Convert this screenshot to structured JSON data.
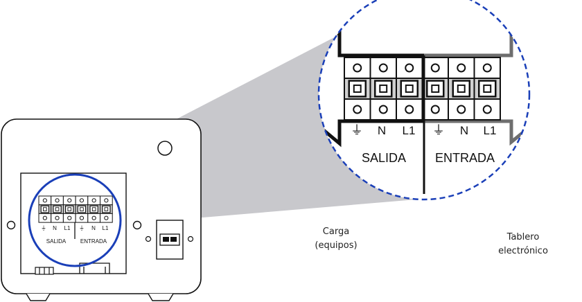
{
  "terminal_labels": {
    "ground_symbol": "⏚",
    "neutral": "N",
    "line": "L1"
  },
  "groups": {
    "output": "SALIDA",
    "input": "ENTRADA"
  },
  "labels": {
    "load_line1": "Carga",
    "load_line2": "(equipos)",
    "panel_line1": "Tablero",
    "panel_line2": "electrónico"
  },
  "colors": {
    "zoom_circle": "#1a3fb8",
    "wedge": "#c8c8cc",
    "outline": "#111111",
    "input_arrow": "#6e6e6e"
  }
}
